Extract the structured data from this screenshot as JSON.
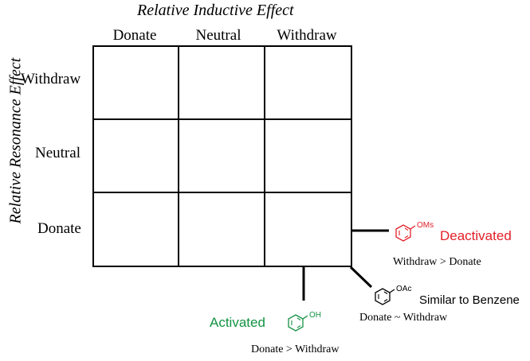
{
  "axes": {
    "x_title": "Relative Inductive Effect",
    "y_title": "Relative Resonance Effect",
    "columns": [
      "Donate",
      "Neutral",
      "Withdraw"
    ],
    "rows": [
      "Withdraw",
      "Neutral",
      "Donate"
    ]
  },
  "annotations": {
    "deactivated": {
      "substituent": "OMs",
      "label": "Deactivated",
      "note": "Withdraw > Donate",
      "color": "#e21f26"
    },
    "similar": {
      "substituent": "OAc",
      "label": "Similar to Benzene",
      "note": "Donate ~ Withdraw",
      "color": "#000000"
    },
    "activated": {
      "substituent": "OH",
      "label": "Activated",
      "note": "Donate > Withdraw",
      "color": "#139343"
    }
  }
}
